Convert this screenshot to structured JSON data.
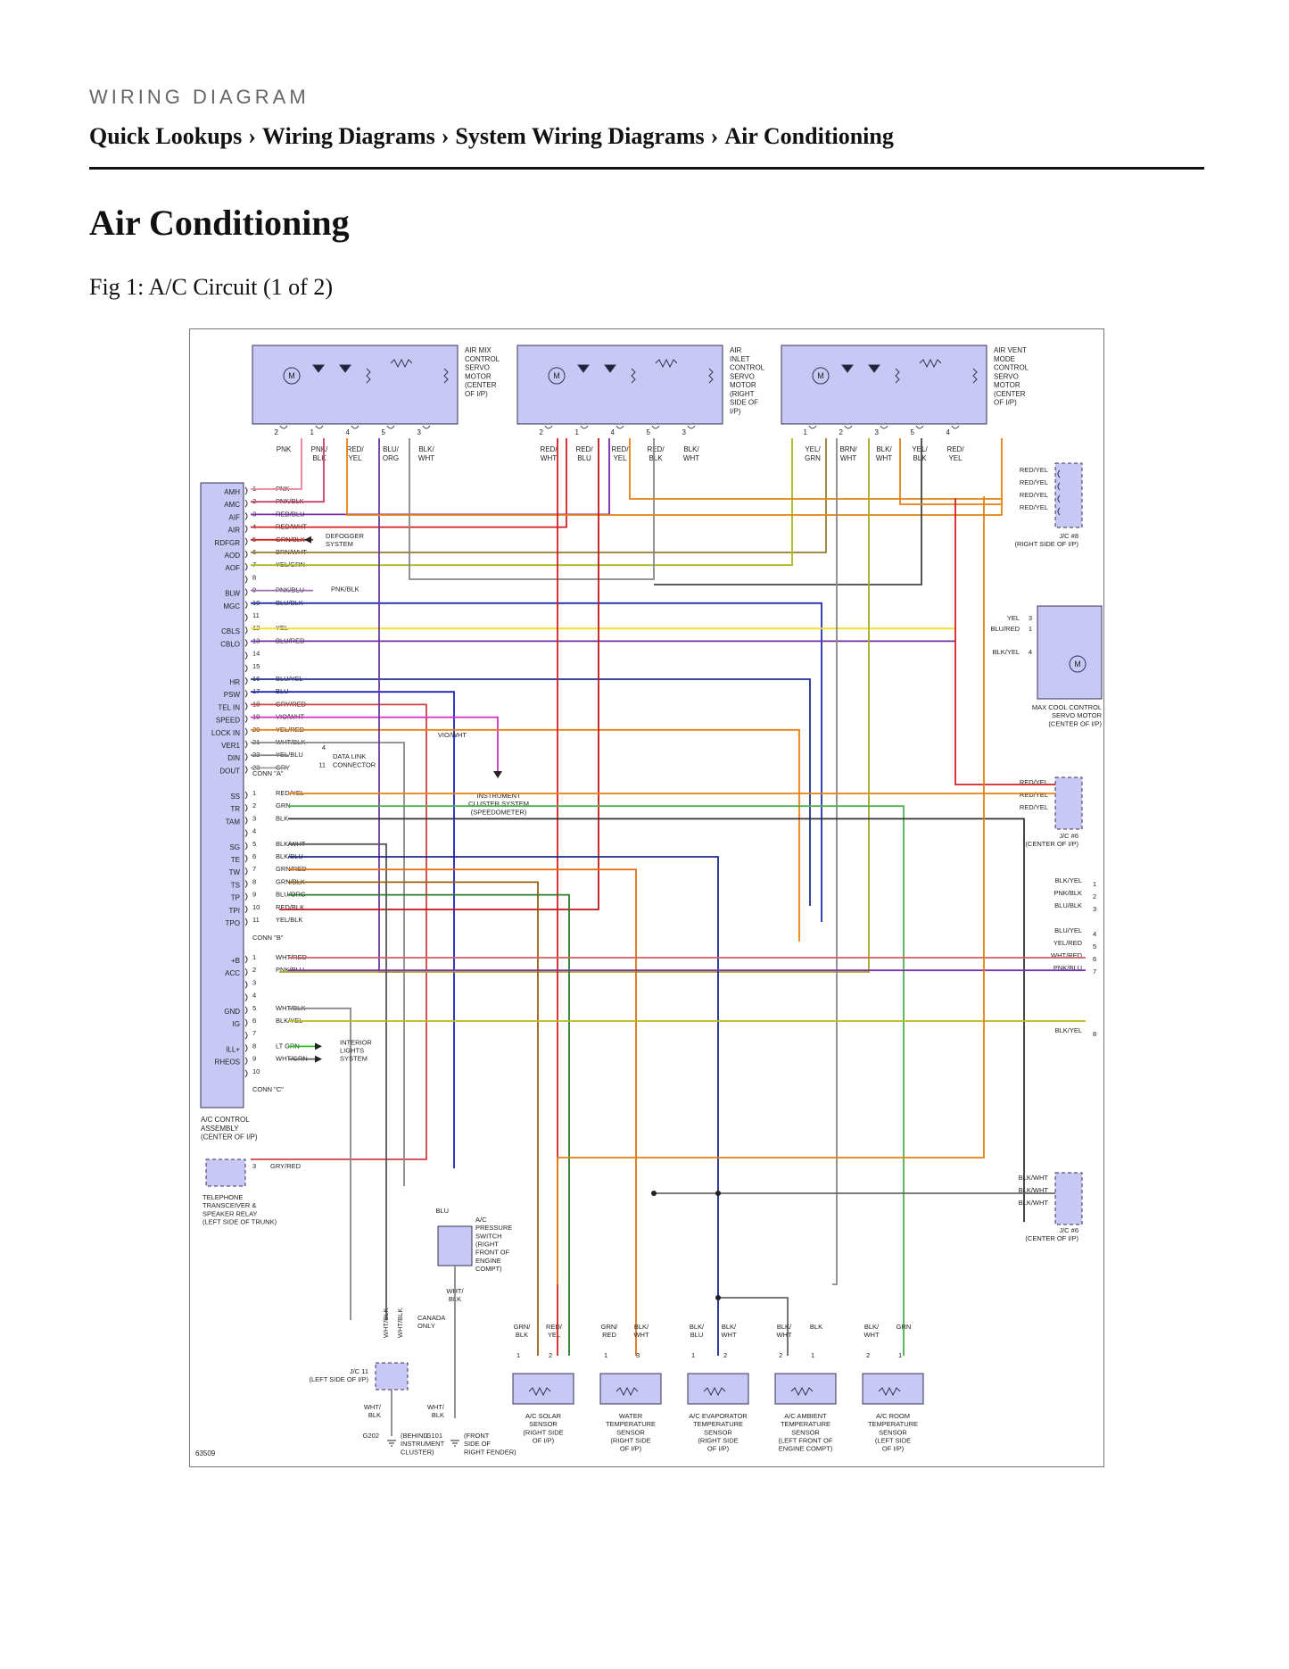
{
  "header": {
    "kicker": "WIRING DIAGRAM",
    "breadcrumbs": [
      "Quick Lookups",
      "Wiring Diagrams",
      "System Wiring Diagrams",
      "Air Conditioning"
    ],
    "separator": "›"
  },
  "page_title": "Air Conditioning",
  "figure_caption": "Fig 1: A/C Circuit (1 of 2)",
  "diagram": {
    "figure_number": "63509",
    "colors": {
      "component_fill": "#c8c8f4",
      "component_stroke": "#333355"
    },
    "top_motors": [
      {
        "label": "AIR MIX\nCONTROL\nSERVO\nMOTOR\n(CENTER\nOF I/P)",
        "pins": [
          "2",
          "1",
          "4",
          "5",
          "3"
        ],
        "wires": [
          "PNK",
          "PNK/\nBLK",
          "RED/\nYEL",
          "BLU/\nORG",
          "BLK/\nWHT"
        ]
      },
      {
        "label": "AIR\nINLET\nCONTROL\nSERVO\nMOTOR\n(RIGHT\nSIDE OF\nI/P)",
        "pins": [
          "2",
          "1",
          "4",
          "5",
          "3"
        ],
        "wires": [
          "RED/\nWHT",
          "RED/\nBLU",
          "RED/\nYEL",
          "RED/\nBLK",
          "BLK/\nWHT"
        ]
      },
      {
        "label": "AIR VENT\nMODE\nCONTROL\nSERVO\nMOTOR\n(CENTER\nOF I/P)",
        "pins": [
          "1",
          "2",
          "3",
          "5",
          "4"
        ],
        "wires": [
          "YEL/\nGRN",
          "BRN/\nWHT",
          "BLK/\nWHT",
          "YEL/\nBLK",
          "RED/\nYEL"
        ]
      }
    ],
    "control_assembly": {
      "label": "A/C CONTROL\nASSEMBLY\n(CENTER OF I/P)",
      "terminals": [
        {
          "name": "AMH",
          "pin": "1",
          "wire": "PNK",
          "color": "#e8829a"
        },
        {
          "name": "AMC",
          "pin": "2",
          "wire": "PNK/BLK",
          "color": "#c84070"
        },
        {
          "name": "AIF",
          "pin": "3",
          "wire": "RED/BLU",
          "color": "#7a2aa8"
        },
        {
          "name": "AIR",
          "pin": "4",
          "wire": "RED/WHT",
          "color": "#d42020"
        },
        {
          "name": "RDFGR",
          "pin": "5",
          "wire": "GRN/BLK",
          "color": "#d42020"
        },
        {
          "name": "AOD",
          "pin": "6",
          "wire": "BRN/WHT",
          "color": "#9a7a30"
        },
        {
          "name": "AOF",
          "pin": "7",
          "wire": "YEL/GRN",
          "color": "#a8b820"
        },
        {
          "name": "",
          "pin": "8",
          "wire": "",
          "color": ""
        },
        {
          "name": "BLW",
          "pin": "9",
          "wire": "PNK/BLU",
          "color": "#9a70b0"
        },
        {
          "name": "MGC",
          "pin": "10",
          "wire": "BLU/BLK",
          "color": "#2030b0"
        },
        {
          "name": "",
          "pin": "11",
          "wire": "",
          "color": ""
        },
        {
          "name": "CBLS",
          "pin": "12",
          "wire": "YEL",
          "color": "#f0e020"
        },
        {
          "name": "CBLO",
          "pin": "13",
          "wire": "BLU/RED",
          "color": "#7030a0"
        },
        {
          "name": "",
          "pin": "14",
          "wire": "",
          "color": ""
        },
        {
          "name": "",
          "pin": "15",
          "wire": "",
          "color": ""
        },
        {
          "name": "HR",
          "pin": "16",
          "wire": "BLU/YEL",
          "color": "#203090"
        },
        {
          "name": "PSW",
          "pin": "17",
          "wire": "BLU",
          "color": "#2020c0"
        },
        {
          "name": "TEL IN",
          "pin": "18",
          "wire": "GRY/RED",
          "color": "#d04040"
        },
        {
          "name": "SPEED",
          "pin": "19",
          "wire": "VIO/WHT",
          "color": "#d030c0"
        },
        {
          "name": "LOCK IN",
          "pin": "20",
          "wire": "YEL/RED",
          "color": "#e88010"
        },
        {
          "name": "VER1",
          "pin": "21",
          "wire": "WHT/BLK",
          "color": "#888888"
        },
        {
          "name": "DIN",
          "pin": "22",
          "wire": "YEL/BLU",
          "color": "#888888"
        },
        {
          "name": "DOUT",
          "pin": "23",
          "wire": "GRY",
          "color": "#999999"
        }
      ],
      "conn_a": "CONN \"A\"",
      "terminals_b": [
        {
          "name": "SS",
          "pin": "1",
          "wire": "RED/YEL",
          "color": "#e88010"
        },
        {
          "name": "TR",
          "pin": "2",
          "wire": "GRN",
          "color": "#50b050"
        },
        {
          "name": "TAM",
          "pin": "3",
          "wire": "BLK",
          "color": "#333333"
        },
        {
          "name": "",
          "pin": "4",
          "wire": "",
          "color": ""
        },
        {
          "name": "SG",
          "pin": "5",
          "wire": "BLK/WHT",
          "color": "#555555"
        },
        {
          "name": "TE",
          "pin": "6",
          "wire": "BLK/BLU",
          "color": "#1a2a90"
        },
        {
          "name": "TW",
          "pin": "7",
          "wire": "GRN/RED",
          "color": "#e07010"
        },
        {
          "name": "TS",
          "pin": "8",
          "wire": "GRN/BLK",
          "color": "#9a6010"
        },
        {
          "name": "TP",
          "pin": "9",
          "wire": "BLU/ORG",
          "color": "#2a7a2a"
        },
        {
          "name": "TPI",
          "pin": "10",
          "wire": "RED/BLK",
          "color": "#c01818"
        },
        {
          "name": "TPO",
          "pin": "11",
          "wire": "YEL/BLK",
          "color": "#a8a820"
        }
      ],
      "conn_b": "CONN \"B\"",
      "terminals_c": [
        {
          "name": "+B",
          "pin": "1",
          "wire": "WHT/RED",
          "color": "#d06060"
        },
        {
          "name": "ACC",
          "pin": "2",
          "wire": "PNK/BLU",
          "color": "#8030b0"
        },
        {
          "name": "",
          "pin": "3",
          "wire": "",
          "color": ""
        },
        {
          "name": "",
          "pin": "4",
          "wire": "",
          "color": ""
        },
        {
          "name": "GND",
          "pin": "5",
          "wire": "WHT/BLK",
          "color": "#888888"
        },
        {
          "name": "IG",
          "pin": "6",
          "wire": "BLK/YEL",
          "color": "#b8b820"
        },
        {
          "name": "",
          "pin": "7",
          "wire": "",
          "color": ""
        },
        {
          "name": "ILL+",
          "pin": "8",
          "wire": "LT GRN",
          "color": "#30c030"
        },
        {
          "name": "RHEOS",
          "pin": "9",
          "wire": "WHT/GRN",
          "color": "#606060"
        },
        {
          "name": "",
          "pin": "10",
          "wire": "",
          "color": ""
        }
      ],
      "conn_c": "CONN \"C\""
    },
    "defogger": {
      "wire": "",
      "label": "DEFOGGER\nSYSTEM"
    },
    "blw_note": "PNK/BLK",
    "data_link": {
      "pins": [
        "4",
        "11"
      ],
      "label": "DATA LINK\nCONNECTOR"
    },
    "instrument_cluster": {
      "wire": "VIO/WHT",
      "label": "INSTRUMENT\nCLUSTER SYSTEM\n(SPEEDOMETER)"
    },
    "interior_lights": {
      "label": "INTERIOR\nLIGHTS\nSYSTEM"
    },
    "jc8": {
      "wires": [
        "RED/YEL",
        "RED/YEL",
        "RED/YEL",
        "RED/YEL"
      ],
      "label": "J/C #8\n(RIGHT SIDE OF I/P)"
    },
    "max_cool": {
      "wires": [
        "YEL",
        "BLU/RED",
        "BLK/YEL"
      ],
      "pins": [
        "3",
        "1",
        "4"
      ],
      "label": "MAX COOL CONTROL\nSERVO MOTOR\n(CENTER OF I/P)"
    },
    "jc6_upper": {
      "wires": [
        "RED/YEL",
        "RED/YEL",
        "RED/YEL"
      ],
      "label": "J/C #6\n(CENTER OF I/P)"
    },
    "right_continuations": [
      {
        "wire": "BLK/YEL",
        "num": "1"
      },
      {
        "wire": "PNK/BLK",
        "num": "2"
      },
      {
        "wire": "BLU/BLK",
        "num": "3"
      },
      {
        "wire": "BLU/YEL",
        "num": "4"
      },
      {
        "wire": "YEL/RED",
        "num": "5"
      },
      {
        "wire": "WHT/RED",
        "num": "6"
      },
      {
        "wire": "PNK/BLU",
        "num": "7"
      },
      {
        "wire": "BLK/YEL",
        "num": "8"
      }
    ],
    "telephone": {
      "pin": "3",
      "wire": "GRY/RED",
      "label": "TELEPHONE\nTRANSCEIVER &\nSPEAKER RELAY\n(LEFT SIDE OF TRUNK)"
    },
    "jc6_lower": {
      "wires": [
        "BLK/WHT",
        "BLK/WHT",
        "BLK/WHT"
      ],
      "label": "J/C #6\n(CENTER OF I/P)"
    },
    "pressure_switch": {
      "wire_top": "BLU",
      "wire_bottom": "WHT/\nBLK",
      "label": "A/C\nPRESSURE\nSWITCH\n(RIGHT\nFRONT OF\nENGINE\nCOMPT)"
    },
    "jc11": {
      "wires": [
        "WHT/BLK",
        "WHT/BLK"
      ],
      "note": "CANADA\nONLY",
      "label": "J/C 11\n(LEFT SIDE OF I/P)"
    },
    "grounds": [
      {
        "id": "G202",
        "wire": "WHT/\nBLK",
        "label": "(BEHIND\nINSTRUMENT\nCLUSTER)"
      },
      {
        "id": "G101",
        "wire": "WHT/\nBLK",
        "label": "(FRONT\nSIDE OF\nRIGHT FENDER)"
      }
    ],
    "sensors": [
      {
        "wires": [
          "GRN/\nBLK",
          "RED/\nYEL"
        ],
        "pins": [
          "1",
          "2"
        ],
        "label": "A/C SOLAR\nSENSOR\n(RIGHT SIDE\nOF I/P)"
      },
      {
        "wires": [
          "GRN/\nRED",
          "BLK/\nWHT"
        ],
        "pins": [
          "1",
          "3"
        ],
        "label": "WATER\nTEMPERATURE\nSENSOR\n(RIGHT SIDE\nOF I/P)"
      },
      {
        "wires": [
          "BLK/\nBLU",
          "BLK/\nWHT"
        ],
        "pins": [
          "1",
          "2"
        ],
        "label": "A/C EVAPORATOR\nTEMPERATURE\nSENSOR\n(RIGHT SIDE\nOF I/P)"
      },
      {
        "wires": [
          "BLK/\nWHT",
          "BLK"
        ],
        "pins": [
          "2",
          "1"
        ],
        "label": "A/C AMBIENT\nTEMPERATURE\nSENSOR\n(LEFT FRONT OF\nENGINE COMPT)"
      },
      {
        "wires": [
          "BLK/\nWHT",
          "GRN"
        ],
        "pins": [
          "2",
          "1"
        ],
        "label": "A/C ROOM\nTEMPERATURE\nSENSOR\n(LEFT SIDE\nOF I/P)"
      }
    ]
  }
}
